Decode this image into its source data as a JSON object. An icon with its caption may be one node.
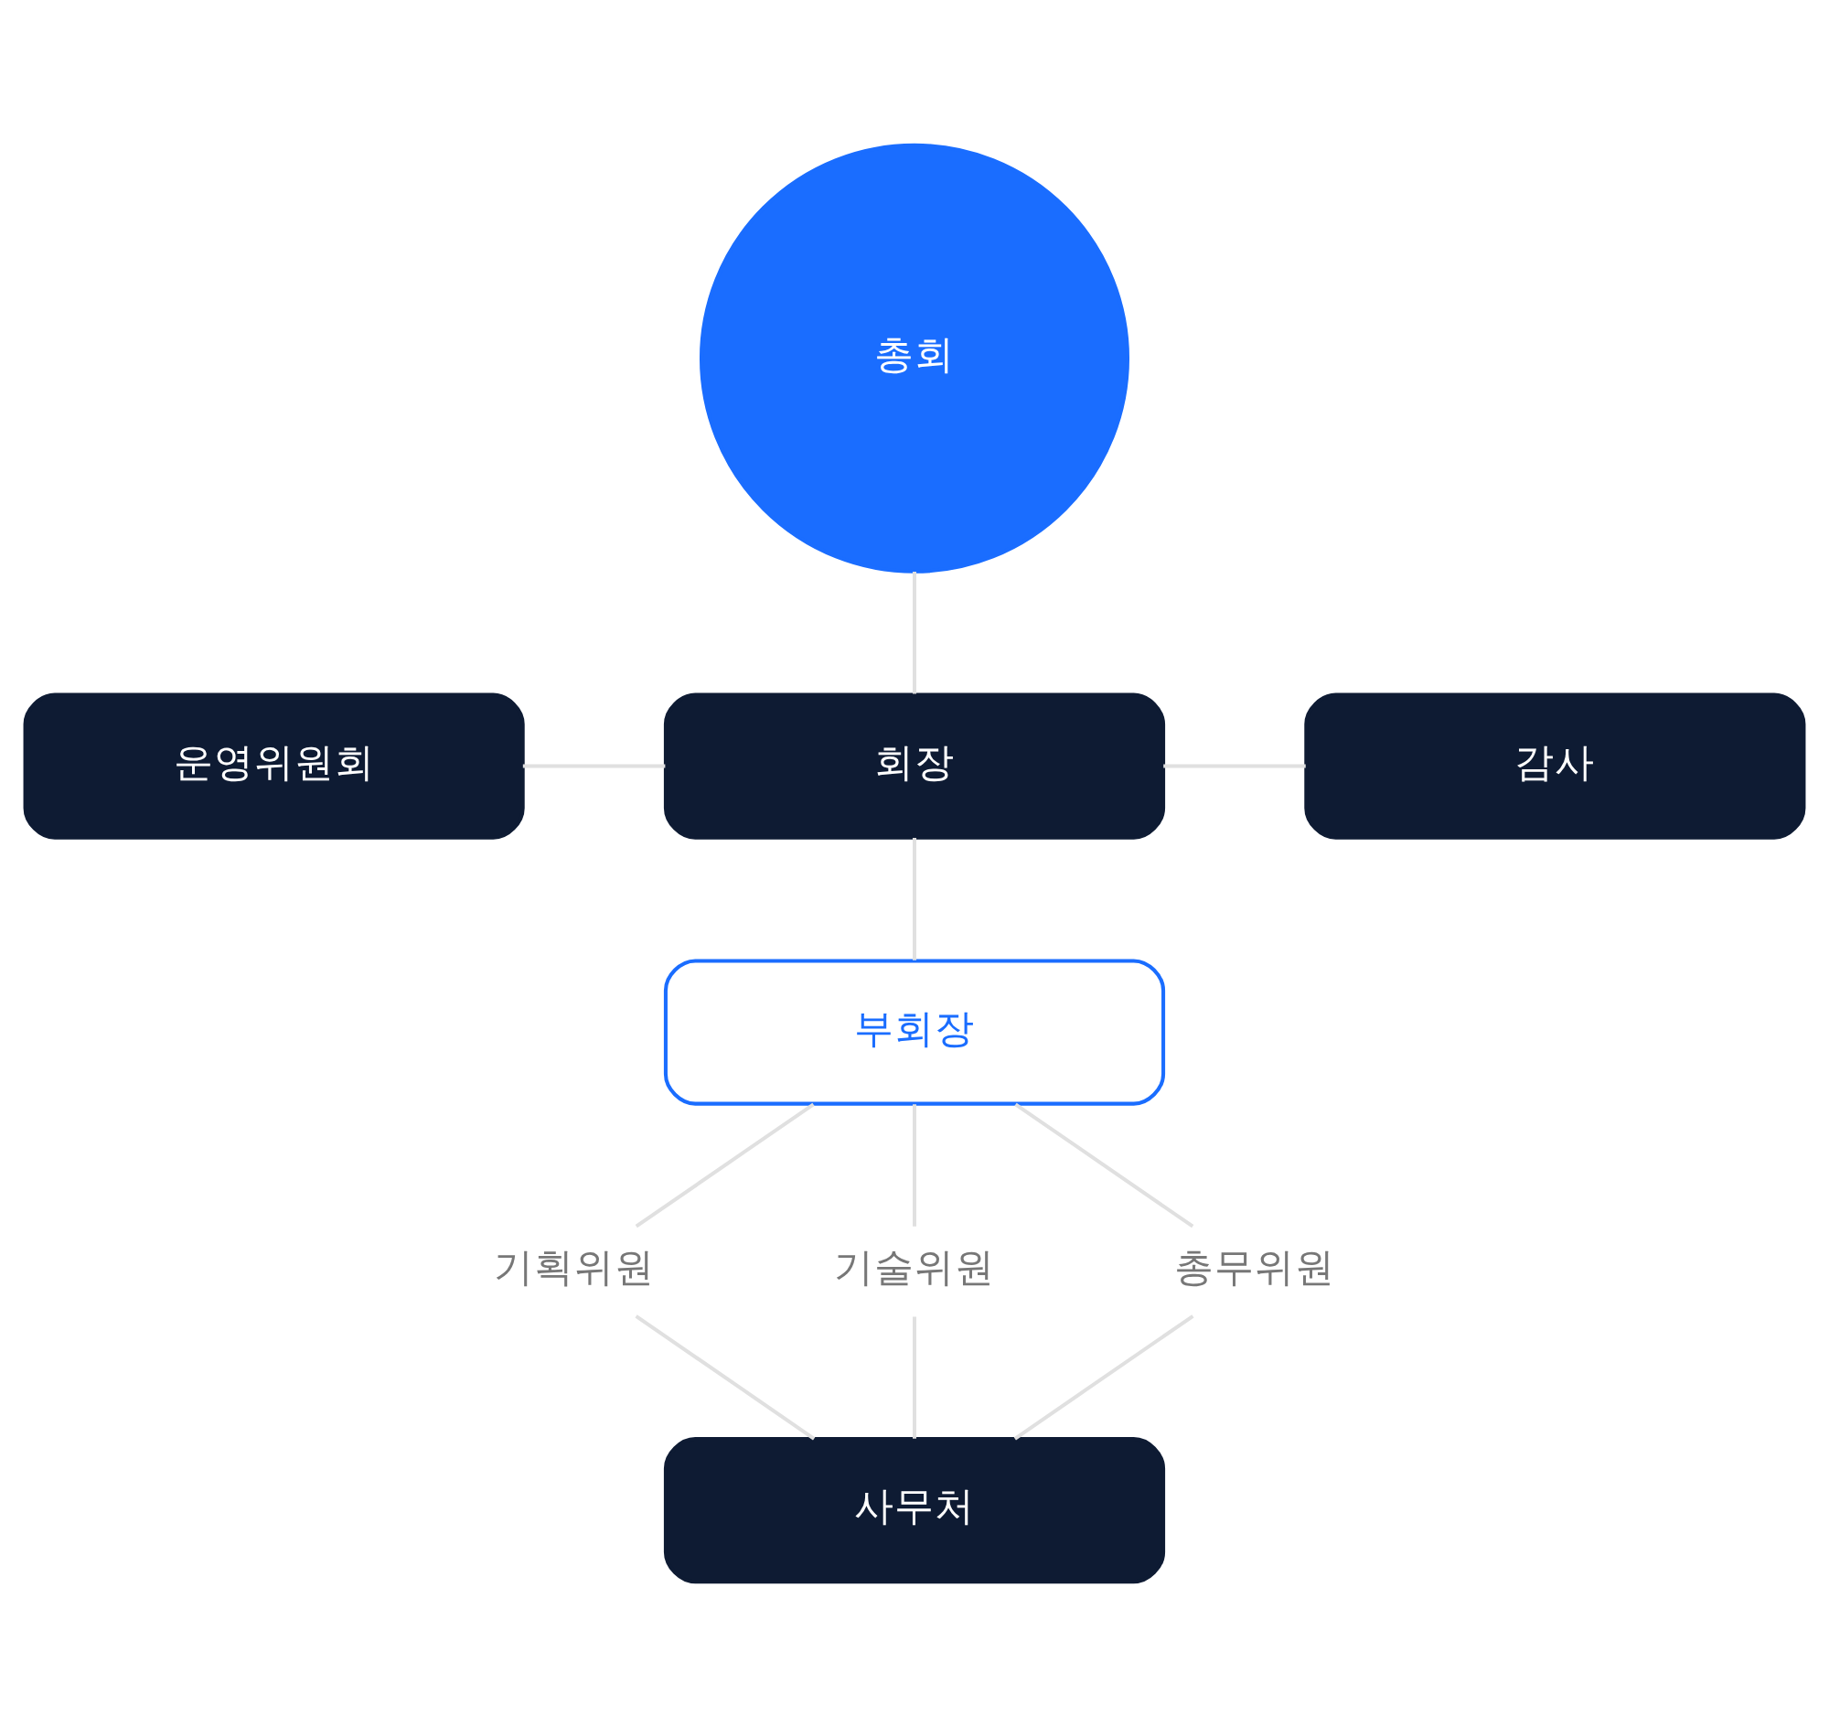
{
  "diagram": {
    "nodes": [
      {
        "text": [
          "총회"
        ]
      },
      {
        "text": [
          "운영위원회"
        ]
      },
      {
        "text": [
          "회장"
        ]
      },
      {
        "text": [
          "감사"
        ]
      },
      {
        "text": [
          "부회장"
        ]
      },
      {
        "text": [
          "기획위원"
        ]
      },
      {
        "text": [
          "기술위원"
        ]
      },
      {
        "text": [
          "총무위원"
        ]
      },
      {
        "text": [
          "사무처"
        ]
      }
    ],
    "edges": [
      {
        "from": 0,
        "to": 2,
        "arrow": "none"
      },
      {
        "from": 1,
        "to": 2,
        "arrow": "none"
      },
      {
        "from": 2,
        "to": 3,
        "arrow": "none"
      },
      {
        "from": 2,
        "to": 4,
        "arrow": "none"
      },
      {
        "from": 4,
        "to": 5,
        "arrow": "none"
      },
      {
        "from": 4,
        "to": 6,
        "arrow": "none"
      },
      {
        "from": 4,
        "to": 7,
        "arrow": "none"
      },
      {
        "from": 5,
        "to": 8,
        "arrow": "none"
      },
      {
        "from": 6,
        "to": 8,
        "arrow": "none"
      },
      {
        "from": 7,
        "to": 8,
        "arrow": "none"
      }
    ]
  }
}
